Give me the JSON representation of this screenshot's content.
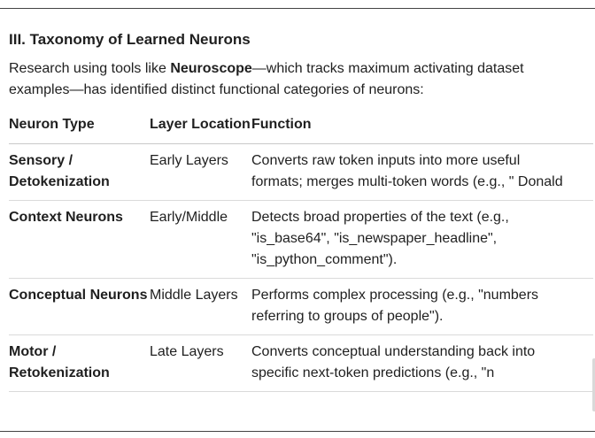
{
  "section": {
    "heading": "III. Taxonomy of Learned Neurons",
    "intro_before": "Research using tools like ",
    "intro_tool": "Neuroscope",
    "intro_after": "—which tracks maximum activating dataset examples—has identified distinct functional categories of neurons:"
  },
  "table": {
    "headers": {
      "type": "Neuron Type",
      "location": "Layer Location",
      "function": "Function"
    },
    "rows": [
      {
        "type": "Sensory / Detokenization",
        "location": "Early Layers",
        "function_lines": [
          "Converts raw token inputs into more useful",
          "formats; merges multi-token words (e.g., \" Donald"
        ]
      },
      {
        "type": "Context Neurons",
        "location": "Early/Middle",
        "function_lines": [
          "Detects broad properties of the text (e.g.,",
          "\"is_base64\", \"is_newspaper_headline\",",
          "\"is_python_comment\")."
        ]
      },
      {
        "type": "Conceptual Neurons",
        "location": "Middle Layers",
        "function_lines": [
          "Performs complex processing (e.g., \"numbers",
          "referring to groups of people\")."
        ]
      },
      {
        "type": "Motor / Retokenization",
        "location": "Late Layers",
        "function_lines": [
          "Converts conceptual understanding back into",
          "specific next-token predictions (e.g., \"n"
        ]
      }
    ]
  }
}
